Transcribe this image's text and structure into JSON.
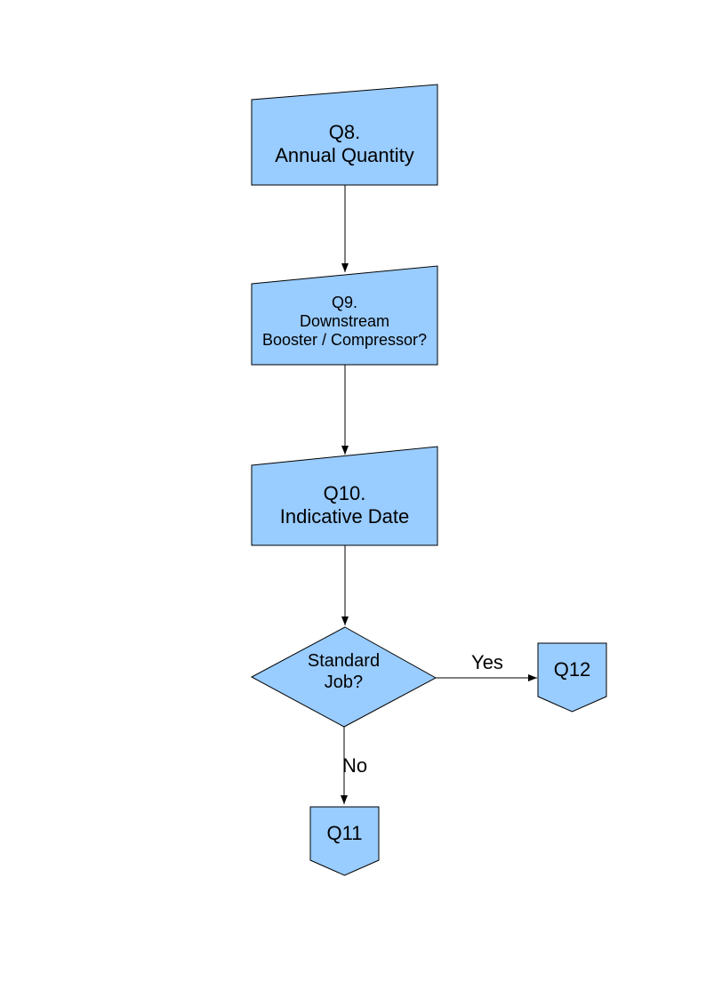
{
  "diagram": {
    "type": "flowchart",
    "background": "#ffffff",
    "colors": {
      "node_fill": "#99ccff",
      "node_stroke": "#000000",
      "connector": "#000000",
      "text": "#000000"
    },
    "nodes": {
      "q8": {
        "label": "Q8.\nAnnual Quantity",
        "shape": "manual-input"
      },
      "q9": {
        "label": "Q9.\nDownstream\nBooster / Compressor?",
        "shape": "manual-input"
      },
      "q10": {
        "label": "Q10.\nIndicative Date",
        "shape": "manual-input"
      },
      "standard_job": {
        "label": "Standard\nJob?",
        "shape": "decision"
      },
      "q12": {
        "label": "Q12",
        "shape": "off-page-connector"
      },
      "q11": {
        "label": "Q11",
        "shape": "off-page-connector"
      }
    },
    "edges": [
      {
        "from": "q8",
        "to": "q9",
        "label": ""
      },
      {
        "from": "q9",
        "to": "q10",
        "label": ""
      },
      {
        "from": "q10",
        "to": "standard_job",
        "label": ""
      },
      {
        "from": "standard_job",
        "to": "q12",
        "label": "Yes"
      },
      {
        "from": "standard_job",
        "to": "q11",
        "label": "No"
      }
    ]
  }
}
